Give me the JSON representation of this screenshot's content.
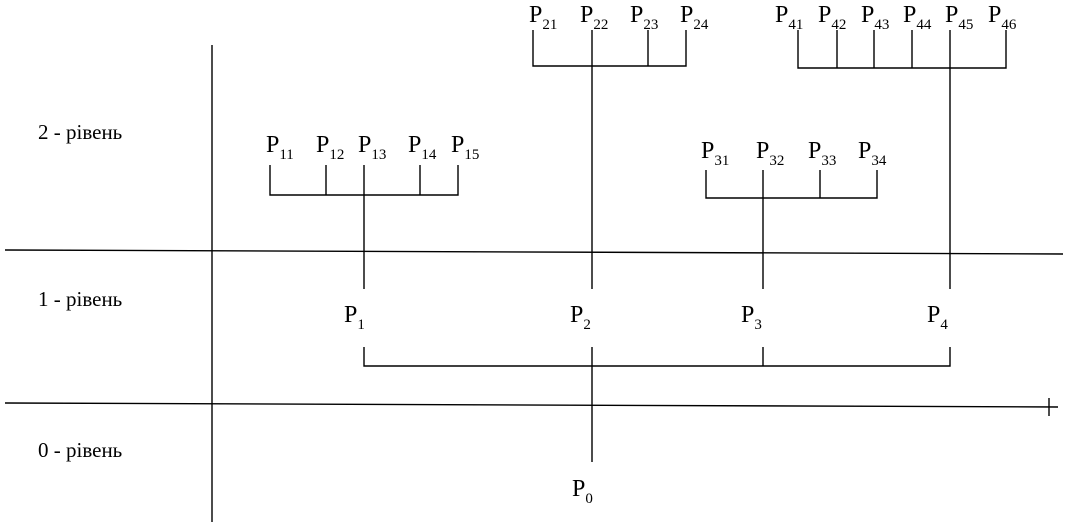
{
  "levels": {
    "level0": "0 - рівень",
    "level1": "1 - рівень",
    "level2": "2 - рівень"
  },
  "nodes": {
    "root": {
      "base": "P",
      "sub": "0"
    },
    "level1": [
      {
        "base": "P",
        "sub": "1"
      },
      {
        "base": "P",
        "sub": "2"
      },
      {
        "base": "P",
        "sub": "3"
      },
      {
        "base": "P",
        "sub": "4"
      }
    ],
    "group1": [
      {
        "base": "P",
        "sub": "11"
      },
      {
        "base": "P",
        "sub": "12"
      },
      {
        "base": "P",
        "sub": "13"
      },
      {
        "base": "P",
        "sub": "14"
      },
      {
        "base": "P",
        "sub": "15"
      }
    ],
    "group2": [
      {
        "base": "P",
        "sub": "21"
      },
      {
        "base": "P",
        "sub": "22"
      },
      {
        "base": "P",
        "sub": "23"
      },
      {
        "base": "P",
        "sub": "24"
      }
    ],
    "group3": [
      {
        "base": "P",
        "sub": "31"
      },
      {
        "base": "P",
        "sub": "32"
      },
      {
        "base": "P",
        "sub": "33"
      },
      {
        "base": "P",
        "sub": "34"
      }
    ],
    "group4": [
      {
        "base": "P",
        "sub": "41"
      },
      {
        "base": "P",
        "sub": "42"
      },
      {
        "base": "P",
        "sub": "43"
      },
      {
        "base": "P",
        "sub": "44"
      },
      {
        "base": "P",
        "sub": "45"
      },
      {
        "base": "P",
        "sub": "46"
      }
    ]
  }
}
